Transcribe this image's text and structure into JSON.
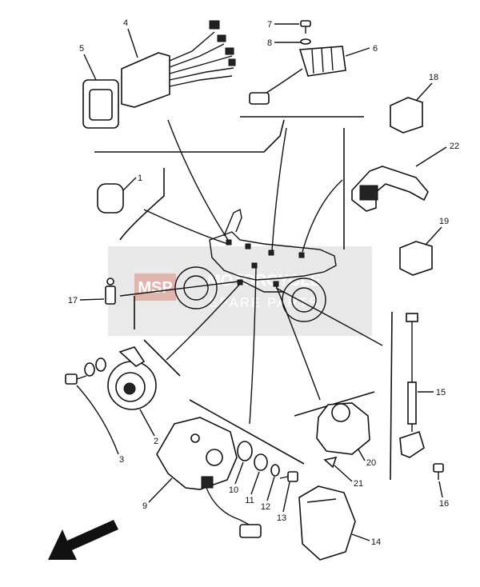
{
  "watermark": {
    "badge_text": "MSP",
    "line1": "MOTORCYCLE",
    "line2": "SPARE PARTS",
    "color": "#c97a6a"
  },
  "parts": [
    {
      "num": "1"
    },
    {
      "num": "2"
    },
    {
      "num": "3"
    },
    {
      "num": "4"
    },
    {
      "num": "5"
    },
    {
      "num": "6"
    },
    {
      "num": "7"
    },
    {
      "num": "8"
    },
    {
      "num": "9"
    },
    {
      "num": "10"
    },
    {
      "num": "11"
    },
    {
      "num": "12"
    },
    {
      "num": "13"
    },
    {
      "num": "14"
    },
    {
      "num": "15"
    },
    {
      "num": "16"
    },
    {
      "num": "17"
    },
    {
      "num": "18"
    },
    {
      "num": "19"
    },
    {
      "num": "20"
    },
    {
      "num": "21"
    },
    {
      "num": "22"
    }
  ],
  "direction_arrow": "front-direction-arrow-icon"
}
